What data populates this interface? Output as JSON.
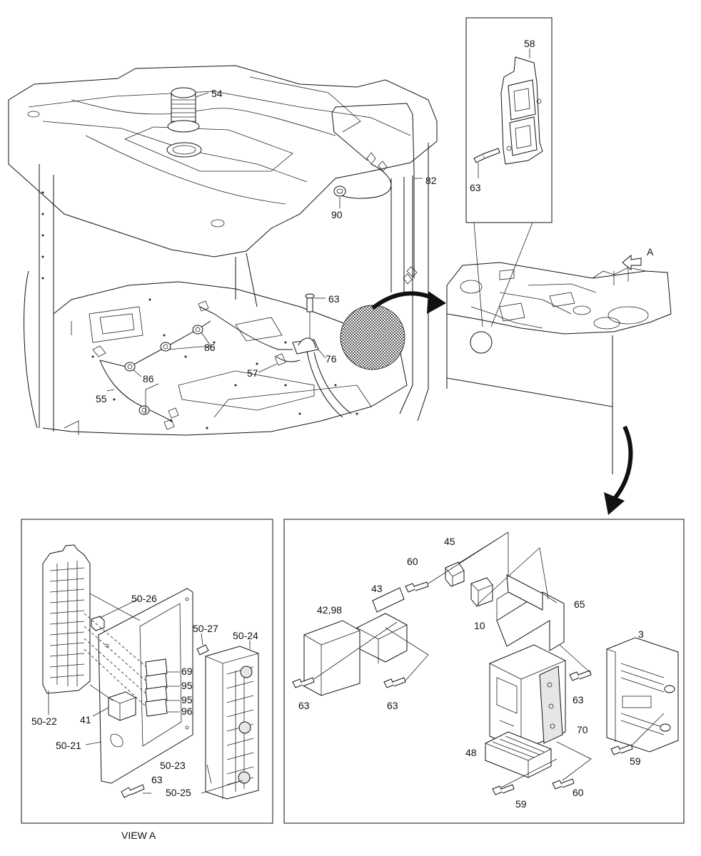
{
  "view_caption": "VIEW A",
  "arrow_view_label": "A",
  "callouts_main": {
    "c54": "54",
    "c82": "82",
    "c90": "90",
    "c63": "63",
    "c86a": "86",
    "c86b": "86",
    "c76": "76",
    "c57": "57",
    "c55": "55"
  },
  "callouts_inset": {
    "c58": "58",
    "c63": "63"
  },
  "callouts_view_a": {
    "c50_26": "50-26",
    "c50_27": "50-27",
    "c50_24": "50-24",
    "c69": "69",
    "c95a": "95",
    "c95b": "95",
    "c96": "96",
    "c41": "41",
    "c50_22": "50-22",
    "c50_21": "50-21",
    "c50_23": "50-23",
    "c63": "63",
    "c50_25": "50-25"
  },
  "callouts_right": {
    "c45": "45",
    "c60a": "60",
    "c43": "43",
    "c42_98": "42,98",
    "c65": "65",
    "c10": "10",
    "c3": "3",
    "c63a": "63",
    "c63b": "63",
    "c63c": "63",
    "c70": "70",
    "c48": "48",
    "c59a": "59",
    "c59b": "59",
    "c60b": "60"
  }
}
